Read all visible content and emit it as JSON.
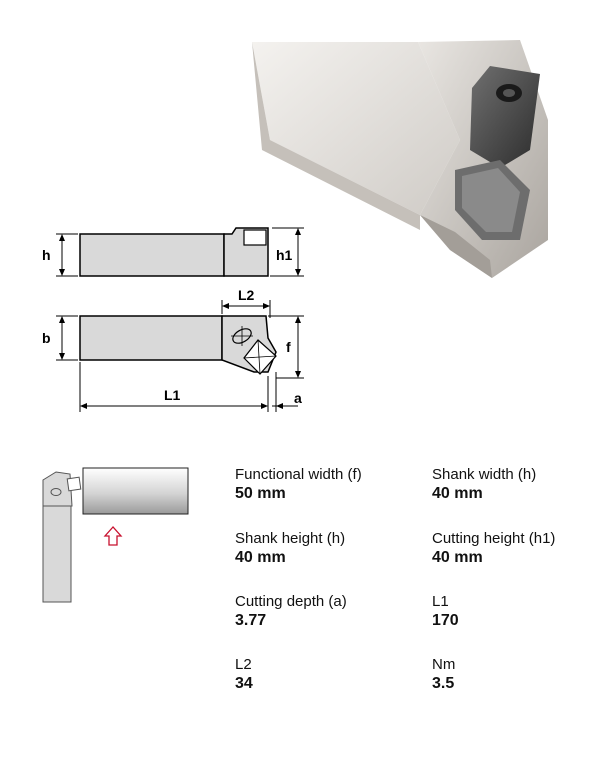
{
  "drawing_labels": {
    "h": "h",
    "h1": "h1",
    "b": "b",
    "f": "f",
    "L1": "L1",
    "L2": "L2",
    "a": "a"
  },
  "photo": {
    "description_icon": "turning-tool-holder-photo"
  },
  "specs": [
    {
      "label": "Functional width (f)",
      "value": "50 mm"
    },
    {
      "label": "Shank width (h)",
      "value": "40 mm"
    },
    {
      "label": "Shank height (h)",
      "value": "40 mm"
    },
    {
      "label": "Cutting height (h1)",
      "value": "40 mm"
    },
    {
      "label": "Cutting depth (a)",
      "value": "3.77"
    },
    {
      "label": "L1",
      "value": "170"
    },
    {
      "label": "L2",
      "value": "34"
    },
    {
      "label": "Nm",
      "value": "3.5"
    }
  ],
  "colors": {
    "arrow": "#c8102e",
    "shank_fill": "#d9d9d9",
    "line": "#000000"
  }
}
